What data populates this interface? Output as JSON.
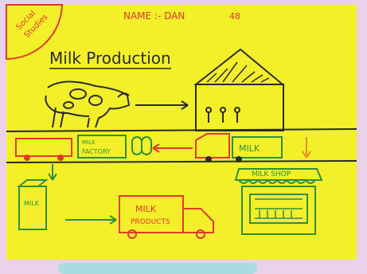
{
  "poster": {
    "corner_label_line1": "Social",
    "corner_label_line2": "Studies",
    "name_label": "NAME :- DAN",
    "roll_number": "48",
    "title": "Milk Production",
    "milk_factory_label_line1": "MILK",
    "milk_factory_label_line2": "FACTORY",
    "milk_truck_label": "MILK",
    "milk_shop_label": "MILK SHOP",
    "milk_carton_label": "MILK",
    "products_truck_label_line1": "MILK",
    "products_truck_label_line2": "PRODUCTS"
  },
  "colors": {
    "background": "#e9d2ea",
    "poster": "#f3f02a",
    "ink_red": "#e2382b",
    "ink_green": "#2f8f35",
    "ink_black": "#2b2b2b",
    "ink_orange": "#e98b23",
    "pill": "#a9dce0"
  }
}
